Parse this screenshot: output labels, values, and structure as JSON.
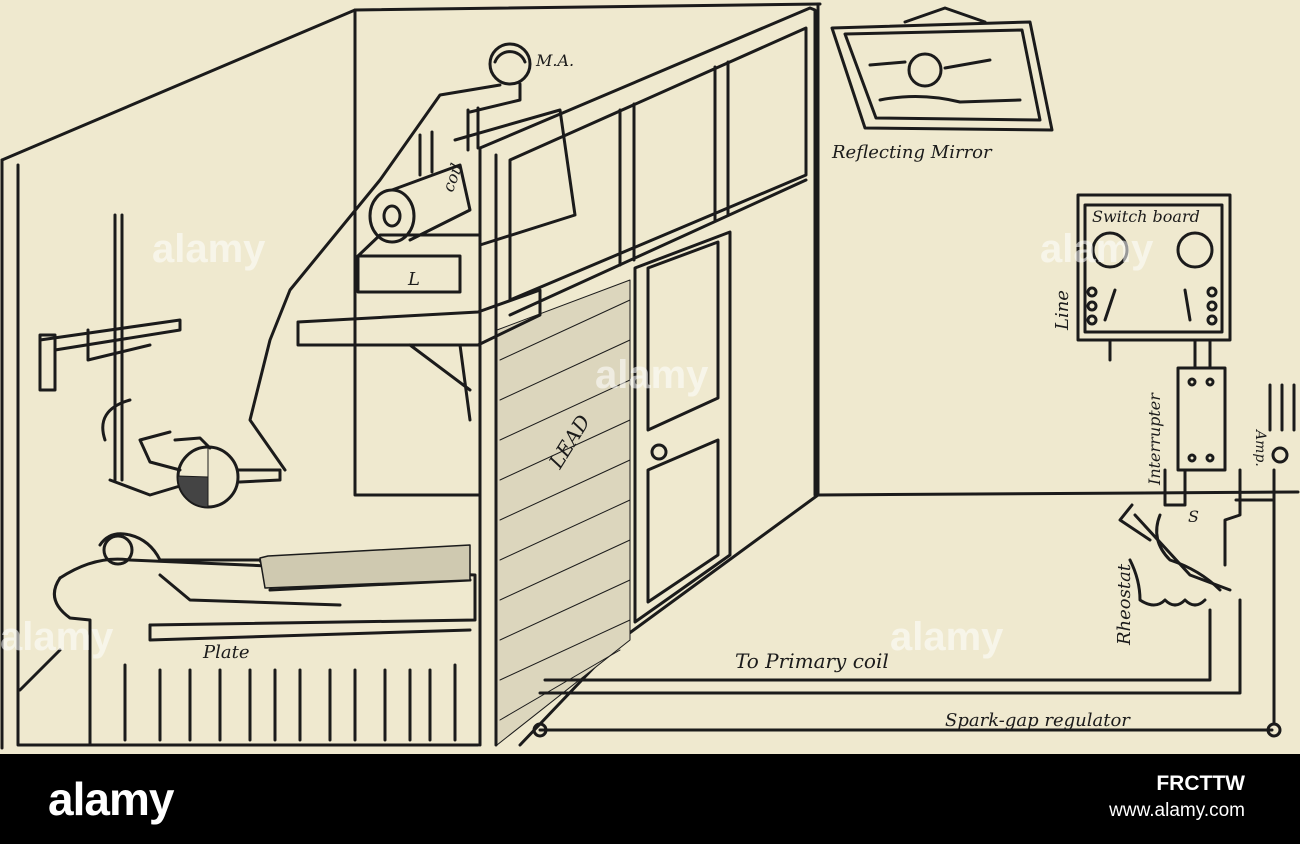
{
  "diagram": {
    "labels": {
      "ma": "M.A.",
      "coil": "coil",
      "l": "L",
      "mirror": "Reflecting Mirror",
      "switch_board": "Switch board",
      "line": "Line",
      "interrupter": "Interrupter",
      "amp": "Amp.",
      "s": "S",
      "rheostat": "Rheostat",
      "plate": "Plate",
      "primary_coil": "To Primary coil",
      "spark_gap": "Spark-gap regulator",
      "lead": "LEAD"
    }
  },
  "watermark": {
    "text": "alamy"
  },
  "footer": {
    "logo": "alamy",
    "image_id": "FRCTTW",
    "site": "www.alamy.com"
  },
  "colors": {
    "paper": "#efe9cf",
    "ink": "#1b1b1b",
    "footer": "#000000"
  }
}
